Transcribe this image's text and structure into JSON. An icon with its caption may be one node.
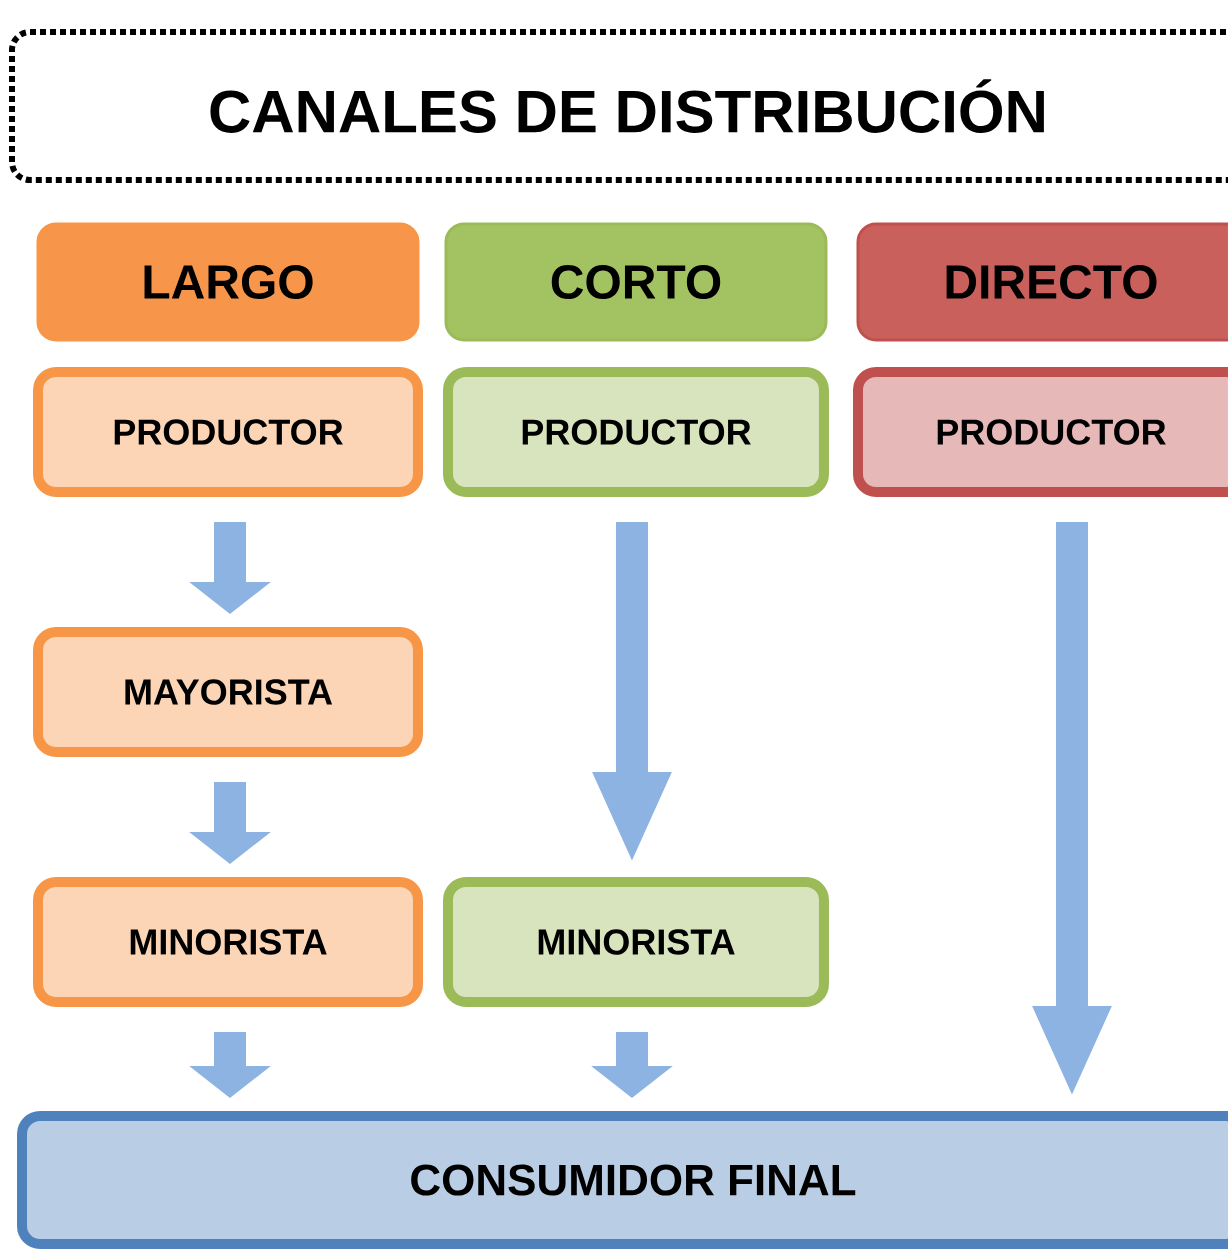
{
  "diagram": {
    "nodes": [
      {
        "text": [
          "CANALES DE DISTRIBUCIÓN"
        ]
      },
      {
        "text": [
          "LARGO"
        ]
      },
      {
        "text": [
          "CORTO"
        ]
      },
      {
        "text": [
          "DIRECTO"
        ]
      },
      {
        "text": [
          "PRODUCTOR"
        ]
      },
      {
        "text": [
          "PRODUCTOR"
        ]
      },
      {
        "text": [
          "PRODUCTOR"
        ]
      },
      {
        "text": [
          "MAYORISTA"
        ]
      },
      {
        "text": [
          "MINORISTA"
        ]
      },
      {
        "text": [
          "MINORISTA"
        ]
      },
      {
        "text": [
          "CONSUMIDOR FINAL"
        ]
      }
    ],
    "edges": [
      {
        "from": 4,
        "to": 7,
        "arrow": "to"
      },
      {
        "from": 7,
        "to": 8,
        "arrow": "to"
      },
      {
        "from": 8,
        "to": 10,
        "arrow": "to"
      },
      {
        "from": 5,
        "to": 9,
        "arrow": "to"
      },
      {
        "from": 9,
        "to": 10,
        "arrow": "to"
      },
      {
        "from": 6,
        "to": 10,
        "arrow": "to"
      }
    ]
  }
}
